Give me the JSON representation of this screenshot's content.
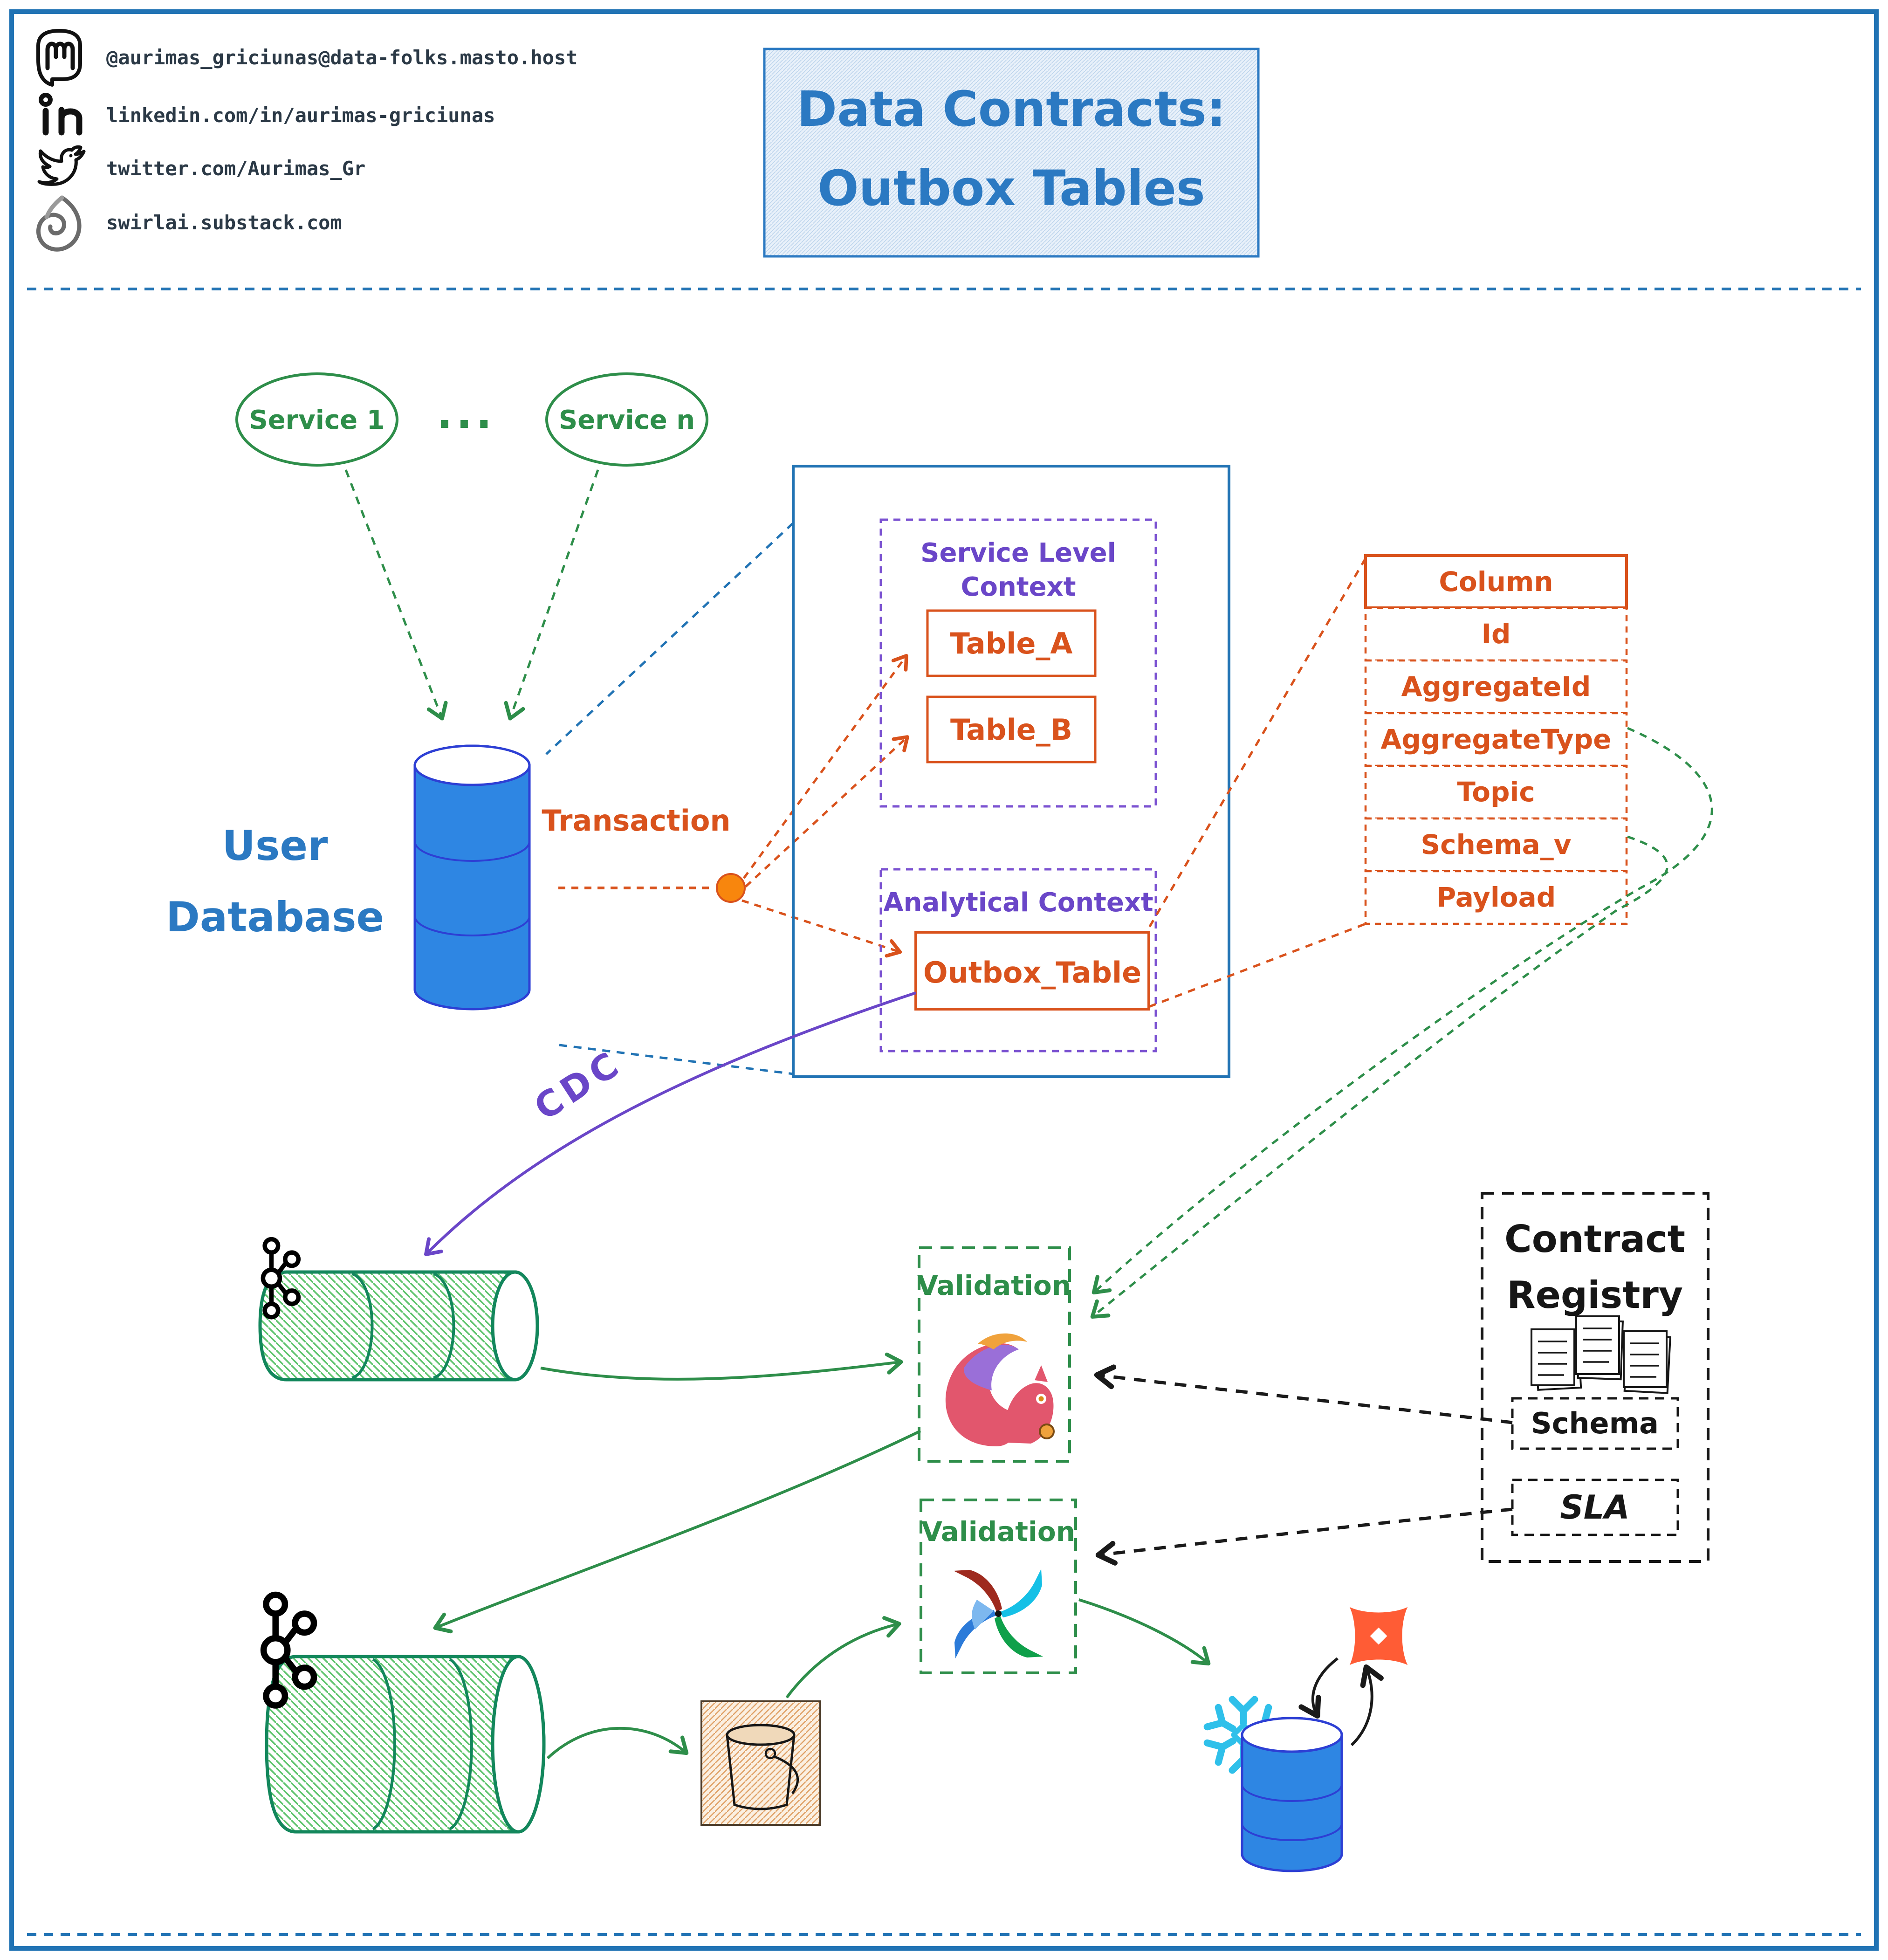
{
  "header": {
    "social": [
      {
        "icon": "mastodon-icon",
        "text": "@aurimas_griciunas@data-folks.masto.host"
      },
      {
        "icon": "linkedin-icon",
        "text": "linkedin.com/in/aurimas-griciunas"
      },
      {
        "icon": "twitter-icon",
        "text": "twitter.com/Aurimas_Gr"
      },
      {
        "icon": "swirlai-substack-icon",
        "text": "swirlai.substack.com"
      }
    ],
    "title_line1": "Data Contracts:",
    "title_line2": "Outbox Tables"
  },
  "diagram": {
    "services": {
      "service1": "Service 1",
      "dots": "...",
      "serviceN": "Service n"
    },
    "user_database": {
      "label_line1": "User",
      "label_line2": "Database"
    },
    "transaction_label": "Transaction",
    "service_level_context": {
      "title_line1": "Service Level",
      "title_line2": "Context",
      "table_a": "Table_A",
      "table_b": "Table_B"
    },
    "analytical_context": {
      "title": "Analytical Context",
      "outbox_table": "Outbox_Table"
    },
    "outbox_columns": {
      "header": "Column",
      "rows": [
        "Id",
        "AggregateId",
        "AggregateType",
        "Topic",
        "Schema_v",
        "Payload"
      ]
    },
    "cdc_label": "CDC",
    "validation_stream": {
      "label": "Validation",
      "icon": "flink-squirrel-icon"
    },
    "validation_batch": {
      "label": "Validation",
      "icon": "airflow-pinwheel-icon"
    },
    "contract_registry": {
      "title_line1": "Contract",
      "title_line2": "Registry",
      "icon": "documents-icon",
      "schema": "Schema",
      "sla": "SLA"
    },
    "icons": [
      "kafka-icon",
      "s3-bucket-icon",
      "snowflake-icon",
      "dbt-icon",
      "database-icon"
    ]
  },
  "colors": {
    "accent_blue": "#2173b4",
    "green": "#2e8e4a",
    "kafka_green": "#13875c",
    "orange": "#d9521c",
    "purple": "#6a46c8",
    "db_blue": "#2e86e3",
    "snowflake_blue": "#29b5e8",
    "dbt_orange": "#ff5c35",
    "black": "#1a1a1a"
  }
}
